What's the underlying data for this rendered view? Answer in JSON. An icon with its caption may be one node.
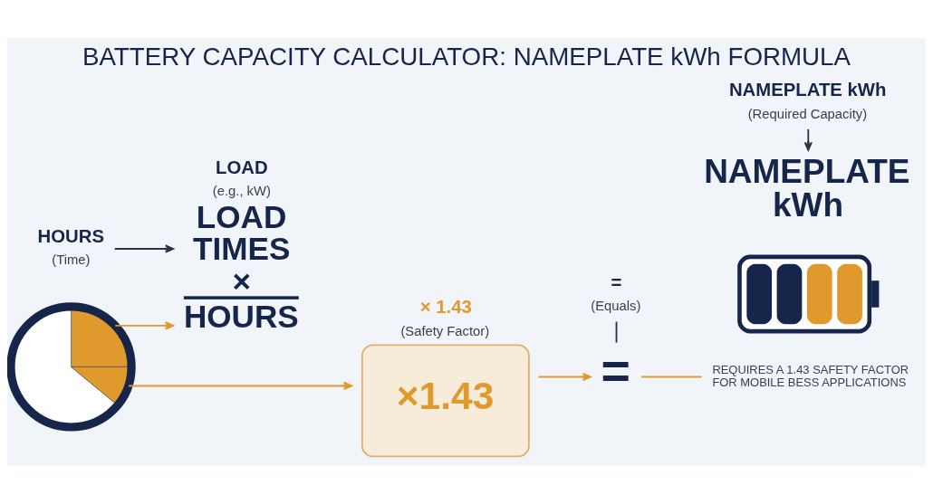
{
  "diagram": {
    "title": "BATTERY CAPACITY CALCULATOR: NAMEPLATE kWh FORMULA",
    "nodes": [
      {
        "text": [
          "HOURS",
          "(Time)"
        ]
      },
      {
        "text": [],
        "shape": "clock"
      },
      {
        "text": [
          "LOAD",
          "(e.g., kW)",
          "LOAD TIMES ×",
          "HOURS"
        ]
      },
      {
        "text": [
          "× 1.43",
          "(Safety Factor)",
          "×1.43"
        ]
      },
      {
        "text": [
          "="
        ]
      },
      {
        "text": [
          "=",
          "(Equals)"
        ]
      },
      {
        "text": [
          "NAMEPLATE kWh",
          "(Required Capacity)"
        ]
      },
      {
        "text": [
          "NAMEPLATE kWh"
        ]
      },
      {
        "text": [],
        "shape": "battery"
      },
      {
        "text": [
          "REQUIRES A 1.43 SAFETY FACTOR FOR MOBILE BESS APPLICATIONS"
        ]
      }
    ],
    "edges": [
      {
        "from": 0,
        "to": 2,
        "arrow": "to",
        "color": "#2b3447"
      },
      {
        "from": 1,
        "to": 2,
        "arrow": "to"
      },
      {
        "from": 1,
        "to": 3,
        "arrow": "to"
      },
      {
        "from": 3,
        "to": 4,
        "arrow": "to"
      },
      {
        "from": 5,
        "to": 4,
        "arrow": "none",
        "color": "#2b3447"
      },
      {
        "from": 6,
        "to": 7,
        "arrow": "to",
        "color": "#2b3447"
      },
      {
        "from": 4,
        "to": 9,
        "arrow": "none"
      }
    ]
  }
}
